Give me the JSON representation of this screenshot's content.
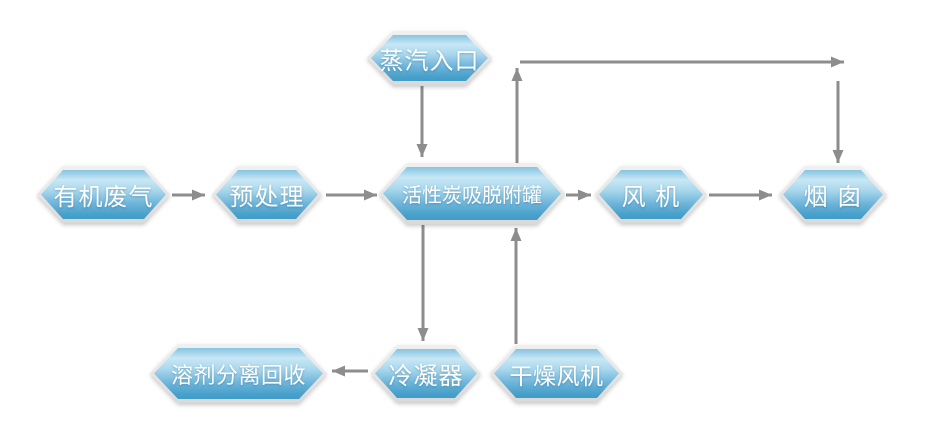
{
  "diagram": {
    "type": "flowchart",
    "title": "",
    "nodes": {
      "steam_inlet": {
        "label": "蒸汽入口"
      },
      "organic_waste_gas": {
        "label": "有机废气"
      },
      "pretreatment": {
        "label": "预处理"
      },
      "adsorption_tank": {
        "label": "活性炭吸脱附罐"
      },
      "fan": {
        "label": "风 机"
      },
      "chimney": {
        "label": "烟 囱"
      },
      "solvent_recovery": {
        "label": "溶剂分离回收"
      },
      "condenser": {
        "label": "冷凝器"
      },
      "drying_fan": {
        "label": "干燥风机"
      }
    },
    "edges": [
      {
        "from": "organic_waste_gas",
        "to": "pretreatment",
        "direction": "right"
      },
      {
        "from": "pretreatment",
        "to": "adsorption_tank",
        "direction": "right"
      },
      {
        "from": "steam_inlet",
        "to": "adsorption_tank",
        "direction": "down"
      },
      {
        "from": "adsorption_tank",
        "to": "fan",
        "direction": "right"
      },
      {
        "from": "fan",
        "to": "chimney",
        "direction": "right"
      },
      {
        "from": "adsorption_tank",
        "to": "chimney",
        "direction": "up-right-down",
        "route": "top-bypass"
      },
      {
        "from": "adsorption_tank",
        "to": "condenser",
        "direction": "down"
      },
      {
        "from": "condenser",
        "to": "solvent_recovery",
        "direction": "left"
      },
      {
        "from": "drying_fan",
        "to": "adsorption_tank",
        "direction": "up"
      }
    ],
    "colors": {
      "node_border": "#e4e4e4",
      "node_gradient_top": "#85c4e1",
      "node_gradient_gloss": "#c8e7f5",
      "node_gradient_bottom": "#3f9cc8",
      "arrow": "#8d8d8d",
      "label_text": "#ffffff",
      "background": "#ffffff"
    }
  }
}
